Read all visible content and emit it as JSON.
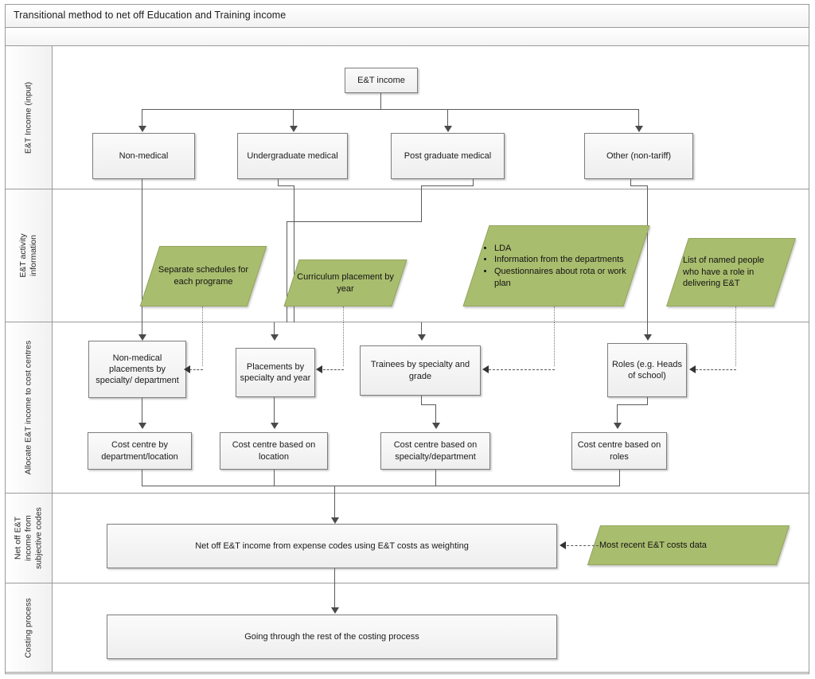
{
  "title": "Transitional method to net off Education and Training income",
  "lanes": [
    {
      "label": "E&T Income (input)"
    },
    {
      "label": "E&T activity\ninformation"
    },
    {
      "label": "Allocate E&T income to cost centres"
    },
    {
      "label": "Net off E&T\nincome from\nsubjective codes"
    },
    {
      "label": "Costing process"
    }
  ],
  "nodes": {
    "et_income": "E&T income",
    "non_medical": "Non-medical",
    "undergrad": "Undergraduate medical",
    "postgrad": "Post graduate medical",
    "other": "Other (non-tariff)",
    "sep_schedules": "Separate schedules for each programe",
    "curriculum": "Curriculum placement by year",
    "lda_bullets": [
      "LDA",
      "Information from the departments",
      "Questionnaires about rota or work plan"
    ],
    "named_people": "List of named people who have a role in delivering E&T",
    "nonmed_placements": "Non-medical placements by specialty/ department",
    "placements_spec": "Placements by specialty and year",
    "trainees": "Trainees by specialty and grade",
    "roles": "Roles (e.g. Heads of school)",
    "cc_dept_loc": "Cost centre by department/location",
    "cc_location": "Cost centre based on location",
    "cc_spec_dept": "Cost centre based on specialty/department",
    "cc_roles": "Cost centre based on roles",
    "net_off": "Net off E&T income from expense codes using E&T costs as weighting",
    "costs_data": "Most recent E&T costs data",
    "costing_process": "Going through the rest of the costing process"
  },
  "colors": {
    "data_shape_fill": "#a9bd6e",
    "data_shape_border": "#93a45f",
    "process_border": "#7d7d7d",
    "frame_border": "#9a9a9a",
    "connector": "#5a5a5a"
  }
}
